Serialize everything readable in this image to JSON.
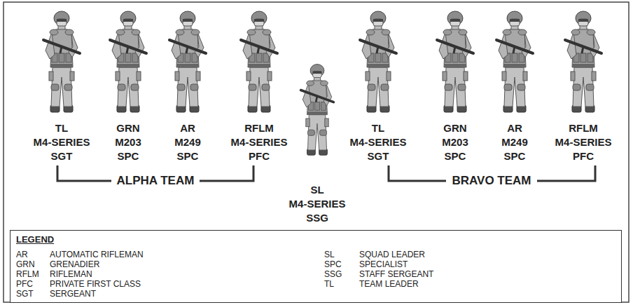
{
  "diagram": {
    "nodes": [
      {
        "text": [
          "LEGEND",
          "AR",
          "AUTOMATIC RIFLEMAN",
          "GRN",
          "GRENADIER",
          "RFLM",
          "RIFLEMAN",
          "PFC",
          "PRIVATE FIRST CLASS",
          "SGT",
          "SERGEANT",
          "SL",
          "SQUAD LEADER",
          "SPC",
          "SPECIALIST",
          "SSG",
          "STAFF SERGEANT",
          "TL",
          "TEAM LEADER"
        ]
      }
    ],
    "labels": [
      "TL",
      "M4-SERIES",
      "SGT",
      "GRN",
      "M203",
      "SPC",
      "AR",
      "M249",
      "SPC",
      "RFLM",
      "M4-SERIES",
      "PFC",
      "SL",
      "M4-SERIES",
      "SSG",
      "TL",
      "M4-SERIES",
      "SGT",
      "GRN",
      "M203",
      "SPC",
      "AR",
      "M249",
      "SPC",
      "RFLM",
      "M4-SERIES",
      "PFC",
      "ALPHA TEAM",
      "BRAVO TEAM"
    ]
  }
}
